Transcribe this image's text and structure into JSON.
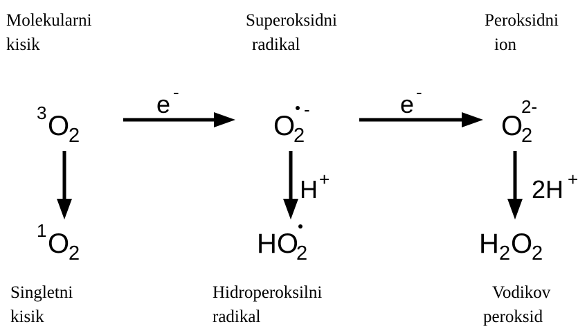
{
  "labels": {
    "molecular_oxygen": {
      "line1": "Molekularni",
      "line2": "kisik"
    },
    "superoxide": {
      "line1": "Superoksidni",
      "line2": "radikal"
    },
    "peroxide_ion": {
      "line1": "Peroksidni",
      "line2": "ion"
    },
    "singlet": {
      "line1": "Singletni",
      "line2": "kisik"
    },
    "hydroperoxyl": {
      "line1": "Hidroperoksilni",
      "line2": "radikal"
    },
    "hydrogen_peroxide": {
      "line1": "Vodikov",
      "line2": "peroksid"
    }
  },
  "species": {
    "triplet_o2": {
      "sup": "3",
      "main": "O",
      "sub": "2"
    },
    "superoxide": {
      "main": "O",
      "sub": "2",
      "sup": "-"
    },
    "peroxide": {
      "main": "O",
      "sub": "2",
      "sup": "2-"
    },
    "singlet_o2": {
      "sup": "1",
      "main": "O",
      "sub": "2"
    },
    "hydroperoxyl": {
      "main": "HO",
      "sub": "2"
    },
    "hydrogen_peroxide": {
      "h": "H",
      "sub1": "2",
      "o": "O",
      "sub2": "2"
    }
  },
  "reagents": {
    "electron_1": {
      "base": "e",
      "sup": "-"
    },
    "electron_2": {
      "base": "e",
      "sup": "-"
    },
    "proton": {
      "base": "H",
      "sup": "+"
    },
    "two_protons": {
      "base": "2H",
      "sup": "+"
    }
  }
}
